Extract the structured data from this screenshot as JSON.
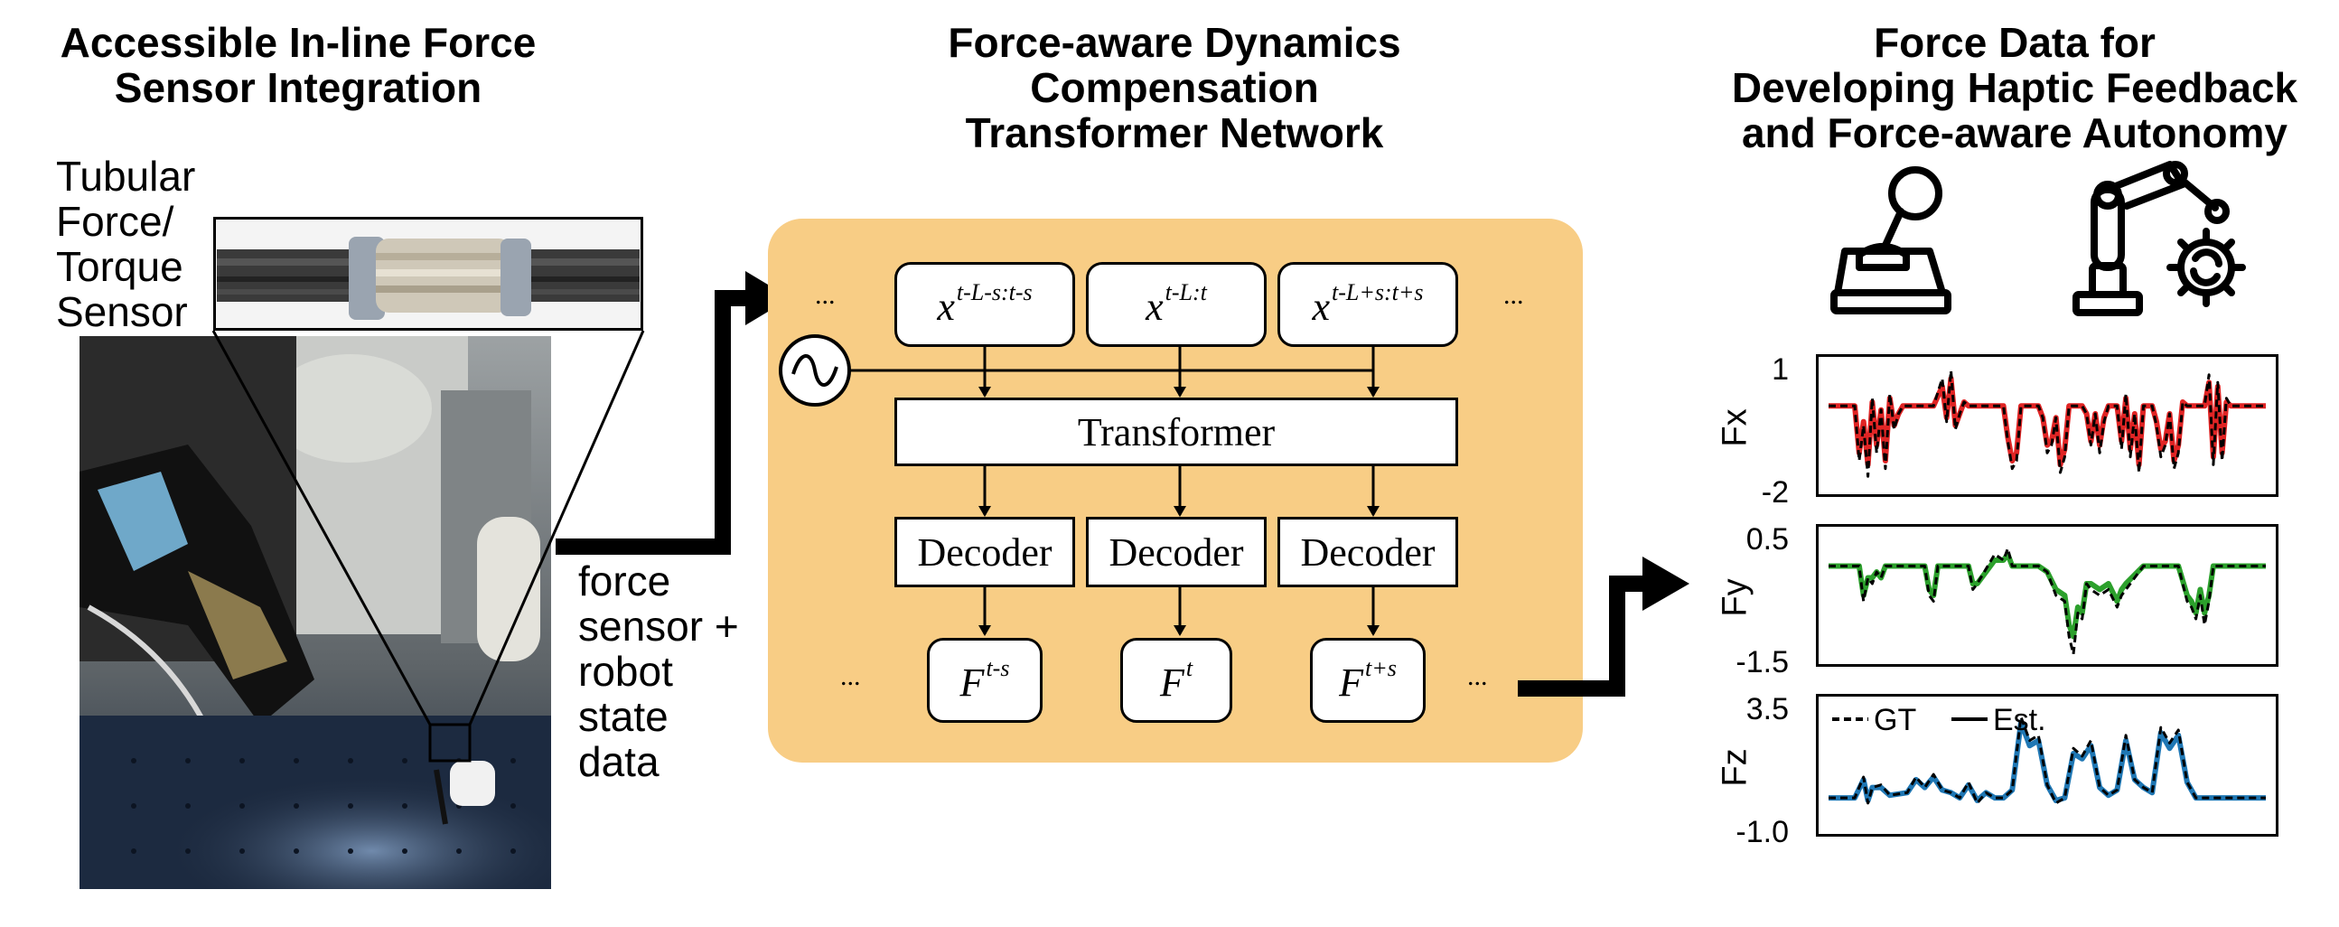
{
  "left": {
    "title_line1": "Accessible In-line Force",
    "title_line2": "Sensor Integration",
    "sensor_label": [
      "Tubular",
      "Force/",
      "Torque",
      "Sensor"
    ]
  },
  "middle": {
    "title_line1": "Force-aware Dynamics",
    "title_line2": "Compensation",
    "title_line3": "Transformer Network",
    "input_label": [
      "force",
      "sensor +",
      "robot",
      "state",
      "data"
    ],
    "inputs": [
      {
        "base": "x",
        "sup": "t-L-s:t-s"
      },
      {
        "base": "x",
        "sup": "t-L:t"
      },
      {
        "base": "x",
        "sup": "t-L+s:t+s"
      }
    ],
    "transformer_label": "Transformer",
    "decoder_label": "Decoder",
    "outputs": [
      {
        "base": "F",
        "sup": "t-s"
      },
      {
        "base": "F",
        "sup": "t"
      },
      {
        "base": "F",
        "sup": "t+s"
      }
    ],
    "ellipsis": "...",
    "panel_color": "#f8cd85"
  },
  "right": {
    "title_line1": "Force Data for",
    "title_line2": "Developing Haptic Feedback",
    "title_line3": "and Force-aware Autonomy",
    "icons": [
      "joystick-icon",
      "robot-arm-gear-icon"
    ]
  },
  "chart_data": [
    {
      "type": "line",
      "ylabel": "Fx",
      "ylim": [
        -2,
        1
      ],
      "yticks": [
        "1",
        "-2"
      ],
      "legend": [],
      "series": [
        {
          "name": "GT",
          "style": "dashed",
          "color": "#000000",
          "x": [
            0,
            0.04,
            0.06,
            0.07,
            0.08,
            0.09,
            0.1,
            0.11,
            0.12,
            0.13,
            0.14,
            0.15,
            0.16,
            0.17,
            0.18,
            0.24,
            0.26,
            0.27,
            0.28,
            0.29,
            0.3,
            0.31,
            0.32,
            0.38,
            0.4,
            0.41,
            0.42,
            0.43,
            0.44,
            0.48,
            0.49,
            0.5,
            0.51,
            0.52,
            0.53,
            0.54,
            0.55,
            0.58,
            0.59,
            0.6,
            0.61,
            0.62,
            0.63,
            0.64,
            0.66,
            0.67,
            0.68,
            0.69,
            0.7,
            0.71,
            0.72,
            0.74,
            0.75,
            0.76,
            0.77,
            0.78,
            0.79,
            0.8,
            0.81,
            0.82,
            0.86,
            0.87,
            0.88,
            0.89,
            0.9,
            0.91,
            0.92,
            1.0
          ],
          "y": [
            0,
            0,
            0,
            -1.4,
            -0.5,
            -1.8,
            0.2,
            -1.2,
            -0.1,
            -1.6,
            0.3,
            -0.6,
            -0.2,
            0,
            0,
            0,
            0.7,
            -0.4,
            0.9,
            -0.6,
            -0.2,
            0.1,
            0,
            0,
            0,
            -0.9,
            -1.6,
            -1.4,
            0,
            0,
            -0.3,
            -1.2,
            -1.0,
            -0.3,
            -1.7,
            -1.3,
            0,
            0,
            -0.2,
            -1.0,
            -0.2,
            -1.2,
            -0.4,
            0,
            0,
            -1.1,
            0.3,
            -1.3,
            -0.2,
            -1.7,
            0,
            0,
            -0.5,
            -1.3,
            -1.0,
            -0.2,
            -1.6,
            -1.2,
            0.1,
            0,
            0,
            0.8,
            -1.5,
            0.6,
            -1.4,
            0.2,
            0,
            0
          ]
        },
        {
          "name": "Est.",
          "style": "solid",
          "color": "#e02424",
          "x": [
            0,
            0.04,
            0.06,
            0.07,
            0.08,
            0.09,
            0.1,
            0.11,
            0.12,
            0.13,
            0.14,
            0.15,
            0.16,
            0.17,
            0.18,
            0.24,
            0.26,
            0.27,
            0.28,
            0.29,
            0.3,
            0.31,
            0.32,
            0.38,
            0.4,
            0.41,
            0.42,
            0.43,
            0.44,
            0.48,
            0.49,
            0.5,
            0.51,
            0.52,
            0.53,
            0.54,
            0.55,
            0.58,
            0.59,
            0.6,
            0.61,
            0.62,
            0.63,
            0.64,
            0.66,
            0.67,
            0.68,
            0.69,
            0.7,
            0.71,
            0.72,
            0.74,
            0.75,
            0.76,
            0.77,
            0.78,
            0.79,
            0.8,
            0.81,
            0.82,
            0.86,
            0.87,
            0.88,
            0.89,
            0.9,
            0.91,
            0.92,
            1.0
          ],
          "y": [
            0,
            0,
            0,
            -1.2,
            -0.4,
            -1.5,
            0.1,
            -1.0,
            -0.1,
            -1.4,
            0.2,
            -0.5,
            -0.2,
            0,
            0,
            0,
            0.5,
            -0.3,
            0.7,
            -0.5,
            -0.2,
            0.1,
            0,
            0,
            0,
            -0.8,
            -1.4,
            -1.2,
            0,
            0,
            -0.3,
            -1.0,
            -0.9,
            -0.3,
            -1.5,
            -1.1,
            0,
            0,
            -0.2,
            -0.9,
            -0.2,
            -1.0,
            -0.3,
            0,
            0,
            -0.9,
            0.2,
            -1.1,
            -0.2,
            -1.5,
            0,
            0,
            -0.4,
            -1.1,
            -0.9,
            -0.2,
            -1.4,
            -1.0,
            0.1,
            0,
            0,
            0.6,
            -1.3,
            0.5,
            -1.2,
            0.1,
            0,
            0
          ]
        }
      ]
    },
    {
      "type": "line",
      "ylabel": "Fy",
      "ylim": [
        -1.5,
        0.5
      ],
      "yticks": [
        "0.5",
        "-1.5"
      ],
      "legend": [],
      "series": [
        {
          "name": "GT",
          "style": "dashed",
          "color": "#000000",
          "x": [
            0,
            0.05,
            0.07,
            0.08,
            0.09,
            0.1,
            0.11,
            0.12,
            0.13,
            0.2,
            0.22,
            0.23,
            0.24,
            0.25,
            0.3,
            0.32,
            0.33,
            0.34,
            0.38,
            0.4,
            0.41,
            0.42,
            0.48,
            0.5,
            0.52,
            0.54,
            0.55,
            0.56,
            0.57,
            0.58,
            0.59,
            0.6,
            0.62,
            0.64,
            0.66,
            0.67,
            0.68,
            0.72,
            0.74,
            0.8,
            0.82,
            0.83,
            0.84,
            0.85,
            0.86,
            0.87,
            0.88,
            0.9,
            1.0
          ],
          "y": [
            0,
            0,
            0,
            -0.6,
            -0.2,
            -0.3,
            -0.1,
            -0.2,
            0,
            0,
            0,
            -0.5,
            -0.6,
            0,
            0,
            0,
            -0.4,
            -0.3,
            0.2,
            0.1,
            0.3,
            0,
            0,
            -0.1,
            -0.5,
            -0.6,
            -1.2,
            -1.5,
            -0.8,
            -0.9,
            -0.3,
            -0.4,
            -0.5,
            -0.4,
            -0.7,
            -0.5,
            -0.4,
            0,
            0,
            0,
            -0.6,
            -0.7,
            -0.9,
            -0.5,
            -1.0,
            -0.6,
            0,
            0,
            0
          ]
        },
        {
          "name": "Est.",
          "style": "solid",
          "color": "#2ca02c",
          "x": [
            0,
            0.05,
            0.07,
            0.08,
            0.09,
            0.1,
            0.11,
            0.12,
            0.13,
            0.2,
            0.22,
            0.23,
            0.24,
            0.25,
            0.3,
            0.32,
            0.33,
            0.34,
            0.38,
            0.4,
            0.41,
            0.42,
            0.48,
            0.5,
            0.52,
            0.54,
            0.55,
            0.56,
            0.57,
            0.58,
            0.59,
            0.6,
            0.62,
            0.64,
            0.66,
            0.67,
            0.68,
            0.72,
            0.74,
            0.8,
            0.82,
            0.83,
            0.84,
            0.85,
            0.86,
            0.87,
            0.88,
            0.9,
            1.0
          ],
          "y": [
            0,
            0,
            0,
            -0.5,
            -0.2,
            -0.2,
            -0.1,
            -0.2,
            0,
            0,
            0,
            -0.4,
            -0.5,
            0,
            0,
            0,
            -0.3,
            -0.3,
            0.1,
            0.1,
            0.2,
            0,
            0,
            -0.1,
            -0.4,
            -0.5,
            -1.0,
            -1.2,
            -0.7,
            -0.8,
            -0.3,
            -0.3,
            -0.4,
            -0.3,
            -0.6,
            -0.4,
            -0.3,
            0,
            0,
            0,
            -0.5,
            -0.6,
            -0.8,
            -0.4,
            -0.8,
            -0.5,
            0,
            0,
            0
          ]
        }
      ]
    },
    {
      "type": "line",
      "ylabel": "Fz",
      "ylim": [
        -1.0,
        3.5
      ],
      "yticks": [
        "3.5",
        "-1.0"
      ],
      "legend": [
        "GT",
        "Est."
      ],
      "series": [
        {
          "name": "GT",
          "style": "dashed",
          "color": "#000000",
          "x": [
            0,
            0.06,
            0.08,
            0.09,
            0.1,
            0.12,
            0.14,
            0.18,
            0.2,
            0.22,
            0.24,
            0.26,
            0.28,
            0.3,
            0.32,
            0.34,
            0.36,
            0.38,
            0.4,
            0.42,
            0.44,
            0.46,
            0.48,
            0.5,
            0.52,
            0.54,
            0.56,
            0.58,
            0.6,
            0.62,
            0.64,
            0.66,
            0.68,
            0.7,
            0.72,
            0.74,
            0.76,
            0.78,
            0.8,
            0.82,
            0.84,
            0.86,
            0.88,
            0.9,
            0.92,
            0.94,
            1.0
          ],
          "y": [
            0,
            0,
            0.8,
            -0.2,
            0.4,
            0.5,
            0.1,
            0.2,
            0.8,
            0.4,
            0.9,
            0.3,
            0.2,
            0,
            0.6,
            -0.2,
            0.2,
            0,
            0,
            0.3,
            3.1,
            2.2,
            2.4,
            0.5,
            -0.2,
            0,
            1.9,
            1.6,
            2.2,
            0.4,
            0.1,
            0.3,
            2.4,
            0.7,
            0.4,
            0.2,
            2.7,
            2.1,
            2.6,
            0.6,
            0,
            0,
            0,
            0,
            0,
            0,
            0
          ]
        },
        {
          "name": "Est.",
          "style": "solid",
          "color": "#1f77b4",
          "x": [
            0,
            0.06,
            0.08,
            0.09,
            0.1,
            0.12,
            0.14,
            0.18,
            0.2,
            0.22,
            0.24,
            0.26,
            0.28,
            0.3,
            0.32,
            0.34,
            0.36,
            0.38,
            0.4,
            0.42,
            0.44,
            0.46,
            0.48,
            0.5,
            0.52,
            0.54,
            0.56,
            0.58,
            0.6,
            0.62,
            0.64,
            0.66,
            0.68,
            0.7,
            0.72,
            0.74,
            0.76,
            0.78,
            0.8,
            0.82,
            0.84,
            0.86,
            0.88,
            0.9,
            0.92,
            0.94,
            1.0
          ],
          "y": [
            0,
            0,
            0.7,
            -0.1,
            0.4,
            0.4,
            0.1,
            0.2,
            0.7,
            0.4,
            0.8,
            0.3,
            0.2,
            0,
            0.5,
            -0.1,
            0.2,
            0,
            0,
            0.3,
            2.9,
            2.0,
            2.2,
            0.5,
            -0.1,
            0,
            1.7,
            1.5,
            2.0,
            0.4,
            0.1,
            0.3,
            2.2,
            0.7,
            0.4,
            0.2,
            2.5,
            1.9,
            2.4,
            0.6,
            0,
            0,
            0,
            0,
            0,
            0,
            0
          ]
        }
      ]
    }
  ]
}
